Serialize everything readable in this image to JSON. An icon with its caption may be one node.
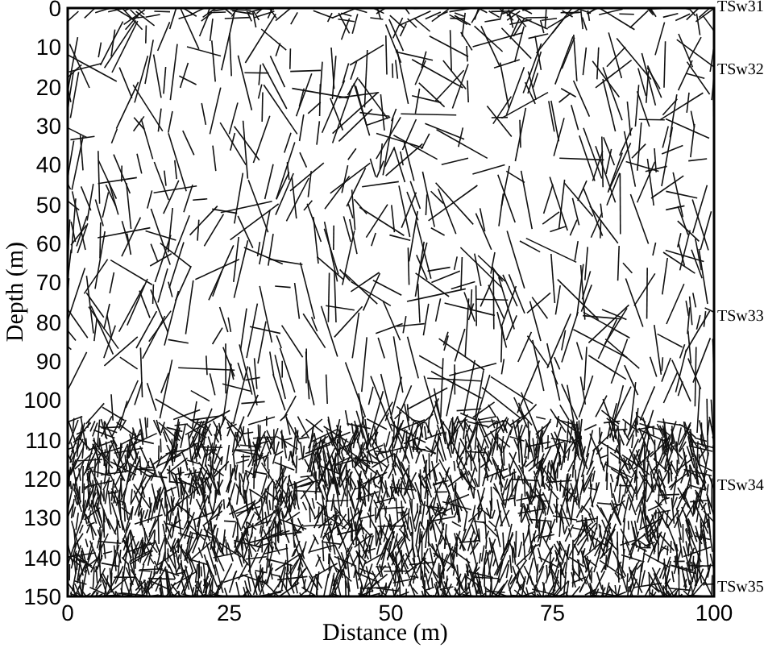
{
  "diagram": {
    "labels": [
      "0",
      "10",
      "20",
      "30",
      "40",
      "50",
      "60",
      "70",
      "80",
      "90",
      "100",
      "110",
      "120",
      "130",
      "140",
      "150",
      "Depth (m)",
      "TSw31",
      "TSw32",
      "TSw33",
      "TSw34",
      "TSw35",
      "0",
      "25",
      "50",
      "75",
      "100",
      "Distance (m)"
    ]
  }
}
